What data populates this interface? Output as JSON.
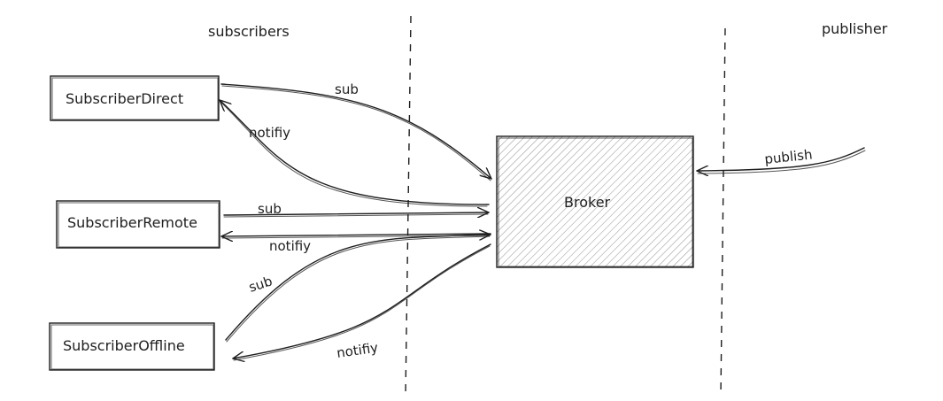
{
  "headers": {
    "subscribers": "subscribers",
    "publisher": "publisher"
  },
  "nodes": {
    "subscriber_direct": "SubscriberDirect",
    "subscriber_remote": "SubscriberRemote",
    "subscriber_offline": "SubscriberOffline",
    "broker": "Broker"
  },
  "edges": {
    "direct_sub": "sub",
    "direct_notify": "notifiy",
    "remote_sub": "sub",
    "remote_notify": "notifiy",
    "offline_sub": "sub",
    "offline_notify": "notifiy",
    "publish": "publish"
  },
  "colors": {
    "stroke": "#1e1e1e",
    "hatch": "#9a9a9a",
    "broker_fill": "#ffffff"
  }
}
